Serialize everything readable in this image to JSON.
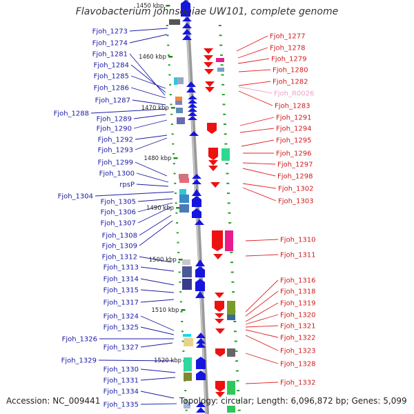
{
  "title": "Flavobacterium johnsoniae UW101, complete genome",
  "accession": "Accession: NC_009441",
  "topology": "Topology: circular; Length: 6,096,872 bp; Genes: 5,099",
  "colors": {
    "left_label": "#1a1aa6",
    "right_label": "#d11a1a",
    "rna_label": "#f0a0c8",
    "leader_left": "#1a1aa6",
    "leader_right": "#e02020",
    "plus_arrow": "#1515e0",
    "minus_arrow": "#ee1111",
    "backbone": "#999999",
    "tick": "#22a022"
  },
  "kbp_labels": [
    "1450 kbp",
    "1460 kbp",
    "1470 kbp",
    "1480 kbp",
    "1490 kbp",
    "1500 kbp",
    "1510 kbp",
    "1520 kbp"
  ],
  "left_genes": [
    "Fjoh_1273",
    "Fjoh_1274",
    "Fjoh_1281",
    "Fjoh_1284",
    "Fjoh_1285",
    "Fjoh_1286",
    "Fjoh_1287",
    "Fjoh_1288",
    "Fjoh_1289",
    "Fjoh_1290",
    "Fjoh_1292",
    "Fjoh_1293",
    "Fjoh_1299",
    "Fjoh_1300",
    "rpsP",
    "Fjoh_1304",
    "Fjoh_1305",
    "Fjoh_1306",
    "Fjoh_1307",
    "Fjoh_1308",
    "Fjoh_1309",
    "Fjoh_1312",
    "Fjoh_1313",
    "Fjoh_1314",
    "Fjoh_1315",
    "Fjoh_1317",
    "Fjoh_1324",
    "Fjoh_1325",
    "Fjoh_1326",
    "Fjoh_1327",
    "Fjoh_1329",
    "Fjoh_1330",
    "Fjoh_1331",
    "Fjoh_1334",
    "Fjoh_1335"
  ],
  "right_genes": [
    "Fjoh_1277",
    "Fjoh_1278",
    "Fjoh_1279",
    "Fjoh_1280",
    "Fjoh_1282",
    "Fjoh_R0026",
    "Fjoh_1283",
    "Fjoh_1291",
    "Fjoh_1294",
    "Fjoh_1295",
    "Fjoh_1296",
    "Fjoh_1297",
    "Fjoh_1298",
    "Fjoh_1302",
    "Fjoh_1303",
    "Fjoh_1310",
    "Fjoh_1311",
    "Fjoh_1316",
    "Fjoh_1318",
    "Fjoh_1319",
    "Fjoh_1320",
    "Fjoh_1321",
    "Fjoh_1322",
    "Fjoh_1323",
    "Fjoh_1328",
    "Fjoh_1332"
  ]
}
